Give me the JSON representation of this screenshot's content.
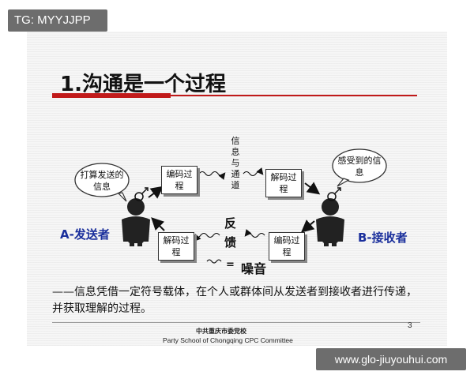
{
  "watermark_top": "TG: MYYJJPP",
  "watermark_bottom": "www.glo-jiuyouhui.com",
  "title": "1.沟通是一个过程",
  "diagram": {
    "sender_label": "A-发送者",
    "receiver_label": "B-接收者",
    "sender_thought": "打算发送的信息",
    "receiver_thought": "感受到的信息",
    "encode_box": "编码过程",
    "decode_box_top": "解码过程",
    "encode_box_bottom": "编码过程",
    "decode_box_bottom": "解码过程",
    "channel_chars": [
      "信",
      "息",
      "与",
      "通",
      "道"
    ],
    "feedback_chars": [
      "反",
      "馈"
    ],
    "noise_symbol": "=",
    "noise_label": "噪音"
  },
  "description": "——信息凭借一定符号载体，在个人或群体间从发送者到接收者进行传递，并获取理解的过程。",
  "footer": {
    "page_number": "3",
    "org_cn": "中共重庆市委党校",
    "org_en": "Party School of Chongqing CPC Committee"
  },
  "colors": {
    "accent_red": "#c11a1a",
    "label_blue": "#1a2f9c"
  }
}
